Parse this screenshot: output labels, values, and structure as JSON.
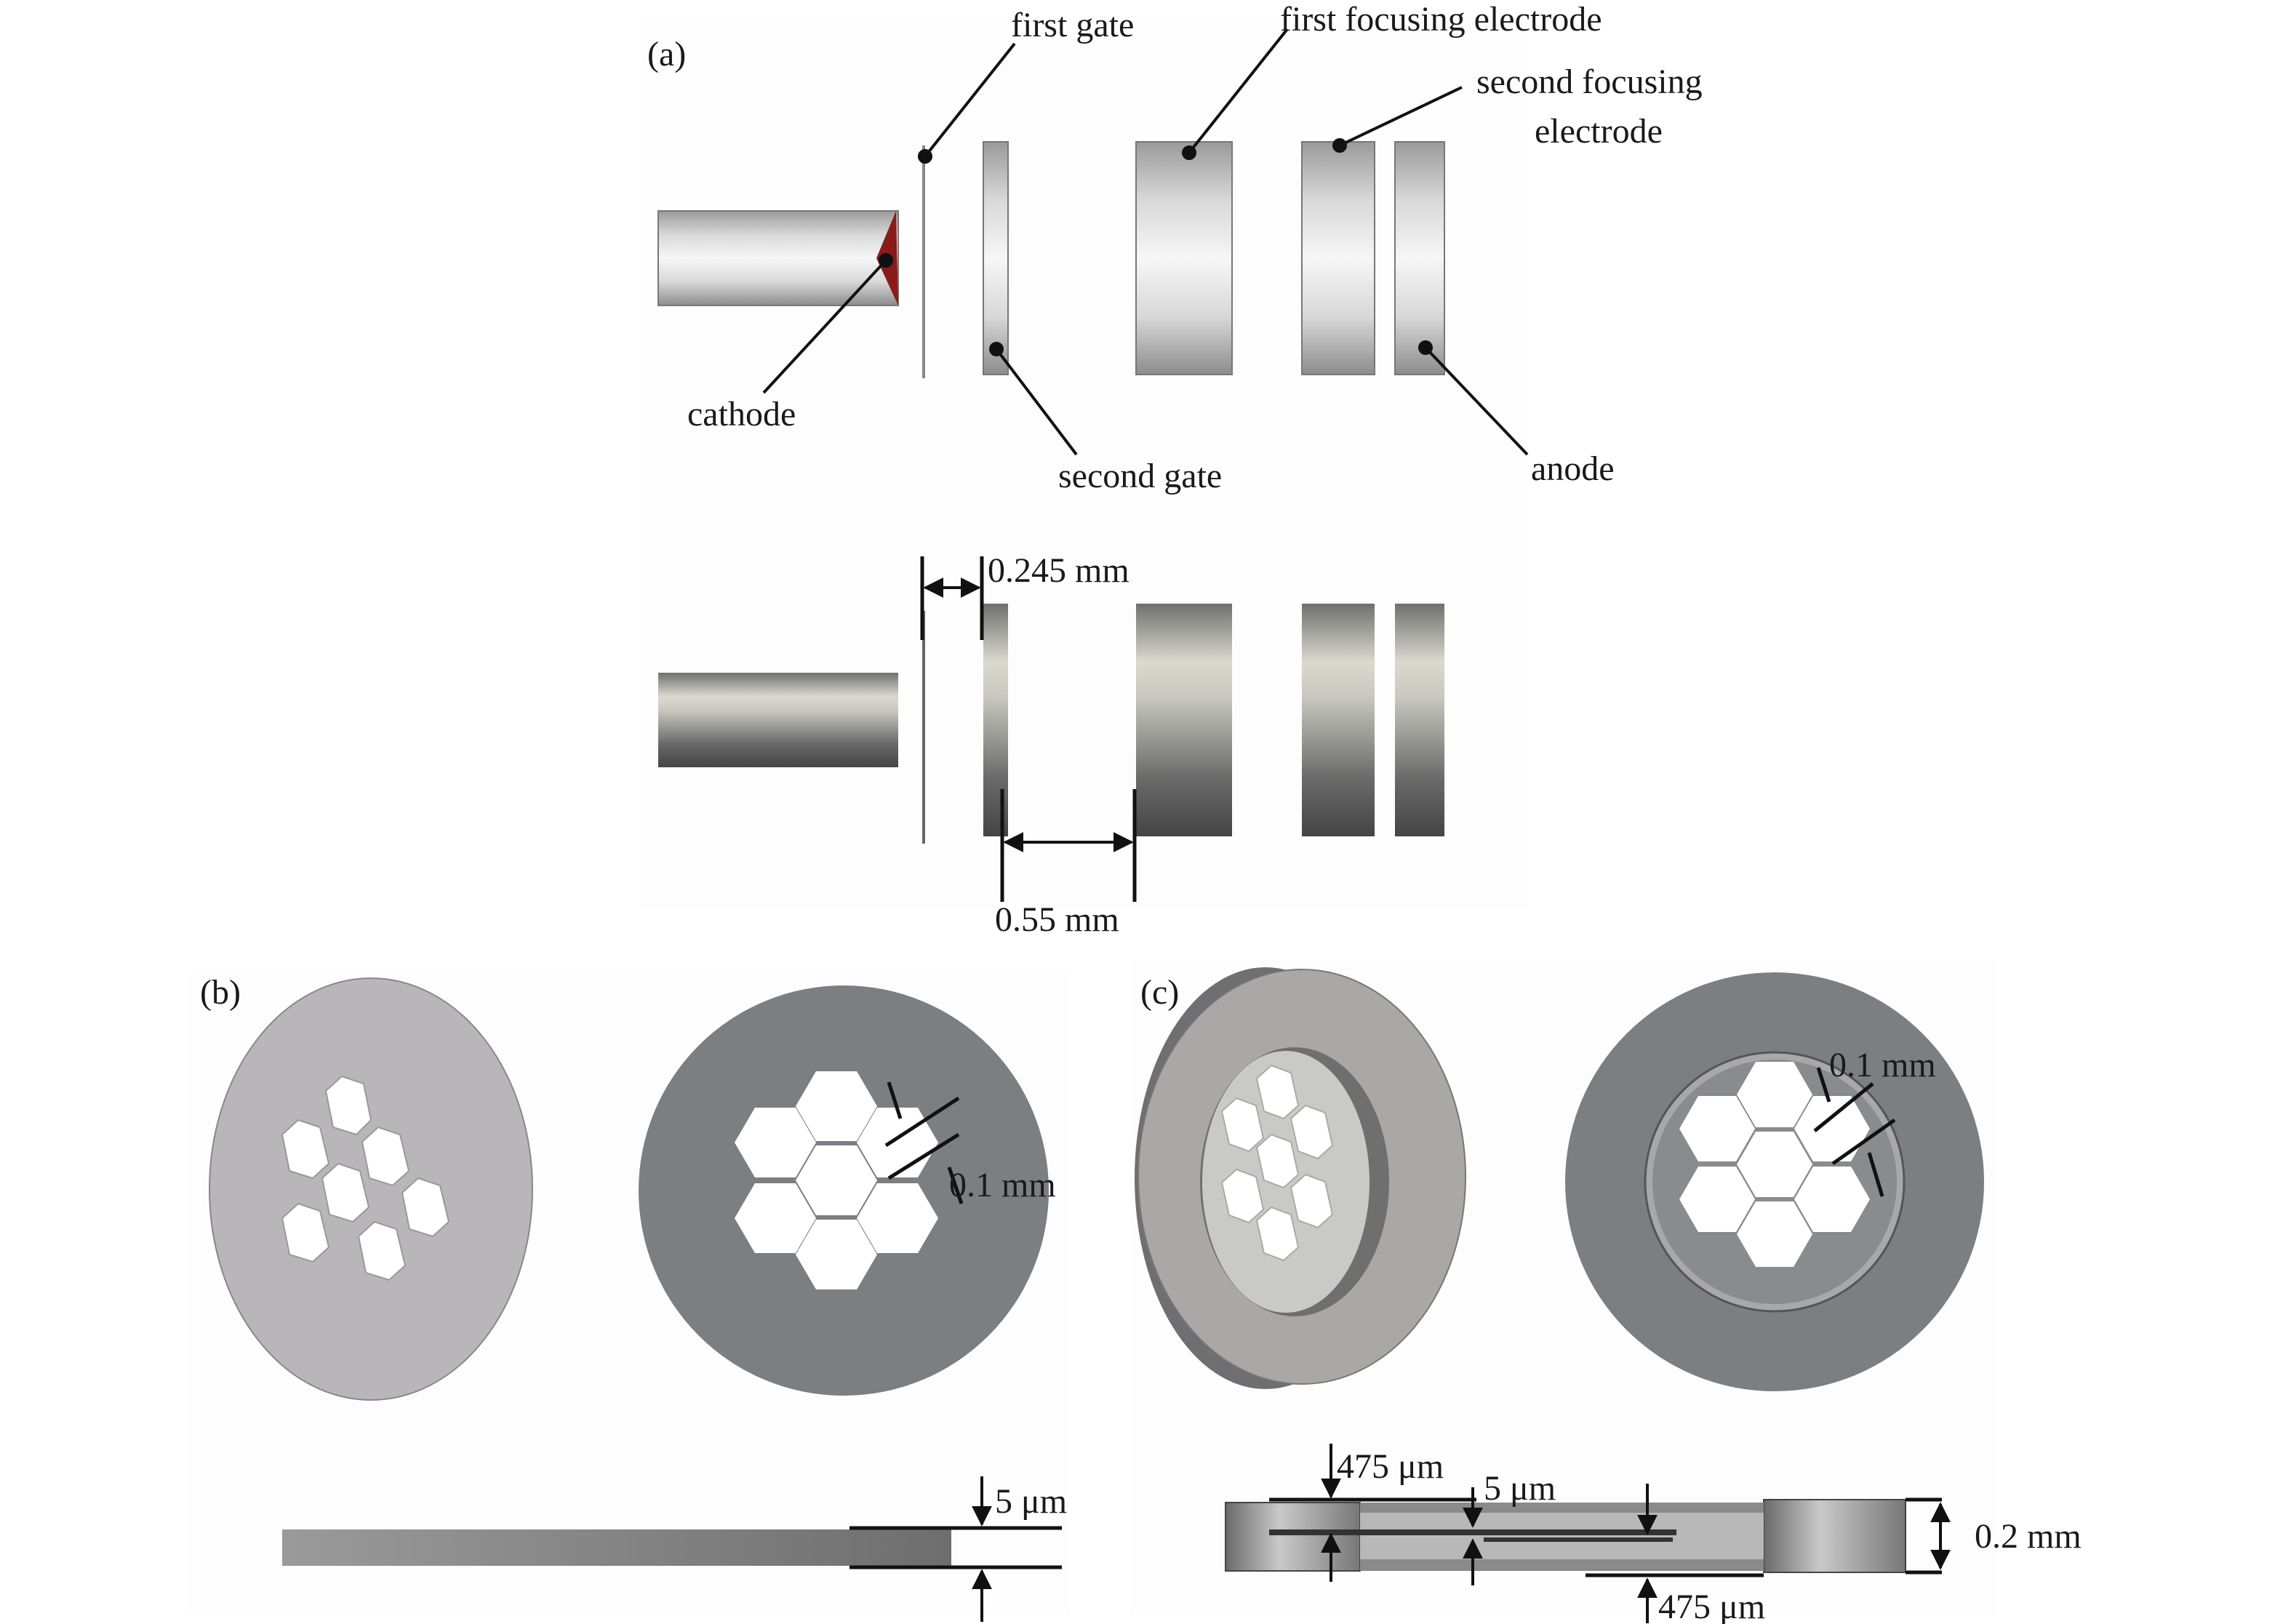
{
  "panel_a": {
    "tag": "(a)",
    "labels": {
      "first_gate": "first gate",
      "first_focusing": "first focusing electrode",
      "second_focusing_1": "second focusing",
      "second_focusing_2": "electrode",
      "cathode": "cathode",
      "second_gate": "second gate",
      "anode": "anode"
    },
    "dims": {
      "gap_gate": "0.245 mm",
      "gap_focus": "0.55 mm"
    }
  },
  "panel_b": {
    "tag": "(b)",
    "dim_web": "0.1 mm",
    "dim_thickness": "5 μm"
  },
  "panel_c": {
    "tag": "(c)",
    "dim_web": "0.1 mm",
    "dim_top": "475 μm",
    "dim_mid": "5 μm",
    "dim_bottom": "475 μm",
    "dim_height": "0.2 mm"
  },
  "colors": {
    "cathode_tip": "#8b1a1a",
    "line": "#111111"
  }
}
